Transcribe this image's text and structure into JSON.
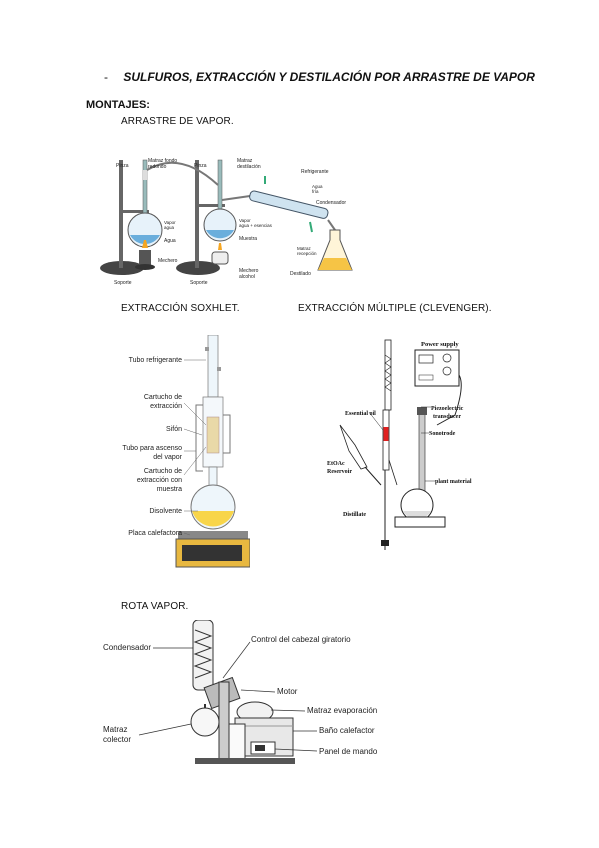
{
  "heading": {
    "bullet": "-",
    "title": "SULFUROS, EXTRACCIÓN Y DESTILACIÓN POR ARRASTRE DE VAPOR"
  },
  "montajes": "MONTAJES:",
  "sections": {
    "arrastre": "ARRASTRE DE VAPOR.",
    "soxhlet": "EXTRACCIÓN SOXHLET.",
    "clevenger": "EXTRACCIÓN MÚLTIPLE (CLEVENGER).",
    "rota": "ROTA VAPOR."
  },
  "fig_arrastre": {
    "pinza1": "Pinza",
    "matraz_fondo": "Matraz fondo",
    "redondo": "redondo",
    "vapor_agua1": "Vapor",
    "vapor_agua2": "agua",
    "agua": "Agua",
    "mechero": "Mechero",
    "soporte1": "Soporte",
    "soporte2": "Soporte",
    "pinza2": "Pinza",
    "matraz_dest1": "Matraz",
    "matraz_dest2": "destilación",
    "vapor_mezcla1": "Vapor",
    "vapor_mezcla2": "agua + esencias",
    "muestra": "Muestra",
    "mechero_alc1": "Mechero",
    "mechero_alc2": "alcohol",
    "refrigerante": "Refrigerante",
    "agua_fria1": "Agua",
    "agua_fria2": "fría",
    "condensador": "Condensador",
    "matraz_rec1": "Matraz",
    "matraz_rec2": "recepción",
    "destilado": "Destilado"
  },
  "fig_soxhlet": {
    "tubo_refrigerante": "Tubo refrigerante",
    "cartucho1a": "Cartucho de",
    "cartucho1b": "extracción",
    "sifon": "Sifón",
    "tubo_ascenso_a": "Tubo para ascenso",
    "tubo_ascenso_b": "del vapor",
    "cartucho2a": "Cartucho de",
    "cartucho2b": "extracción con",
    "cartucho2c": "muestra",
    "disolvente": "Disolvente",
    "placa": "Placa calefactora"
  },
  "fig_clevenger": {
    "power_supply": "Power supply",
    "piezo1": "Piezoelectric",
    "piezo2": "transducer",
    "sonotrode": "Sonotrode",
    "essential_oil": "Essential oil",
    "etoac1": "EtOAc",
    "etoac2": "Reservoir",
    "plant_material": "plant material",
    "distillate": "Distillate"
  },
  "fig_rota": {
    "condensador": "Condensador",
    "control": "Control del cabezal giratorio",
    "motor": "Motor",
    "matraz_evap": "Matraz evaporación",
    "matraz_col1": "Matraz",
    "matraz_col2": "colector",
    "bano": "Baño calefactor",
    "panel": "Panel de mando"
  }
}
